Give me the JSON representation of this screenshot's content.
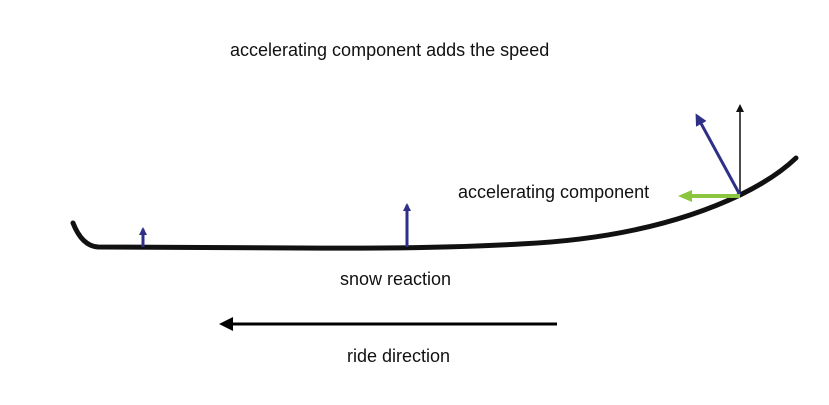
{
  "labels": {
    "title": "accelerating component adds the speed",
    "accelerating_component": "accelerating component",
    "snow_reaction": "snow reaction",
    "ride_direction": "ride direction"
  },
  "colors": {
    "ski": "#111111",
    "snow_reaction_arrow": "#2e2f86",
    "accelerating_arrow": "#8cc63f",
    "vertical_arrow": "#111111",
    "ride_direction_arrow": "#000000"
  }
}
